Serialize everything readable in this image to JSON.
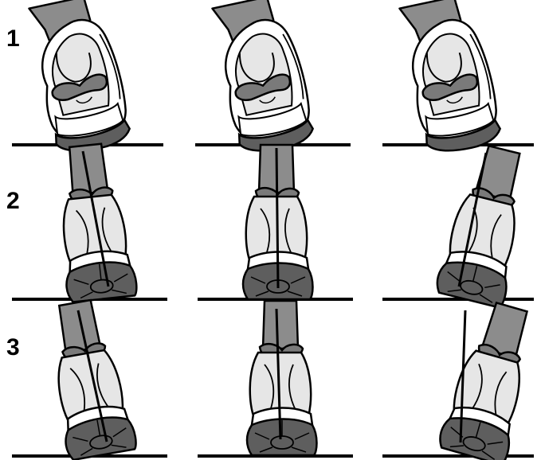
{
  "rows": [
    {
      "label": "1"
    },
    {
      "label": "2"
    },
    {
      "label": "3"
    }
  ],
  "colors": {
    "outline": "#000000",
    "skin": "#8c8c8c",
    "sock": "#7a7a7a",
    "shoe_light": "#e6e6e6",
    "shoe_white": "#ffffff",
    "sole_dark": "#5e5e5e",
    "ground": "#000000"
  }
}
